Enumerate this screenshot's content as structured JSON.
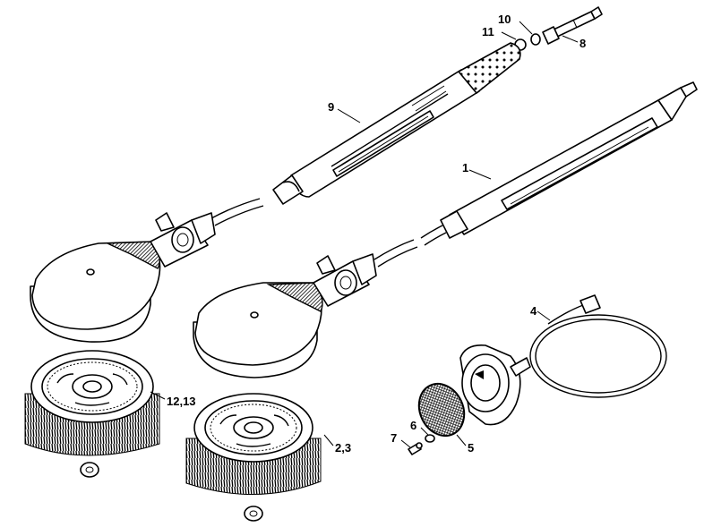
{
  "labels": {
    "p1": "1",
    "p23": "2,3",
    "p4": "4",
    "p5": "5",
    "p6": "6",
    "p7": "7",
    "p8": "8",
    "p9": "9",
    "p10": "10",
    "p11": "11",
    "p1213": "12,13"
  }
}
